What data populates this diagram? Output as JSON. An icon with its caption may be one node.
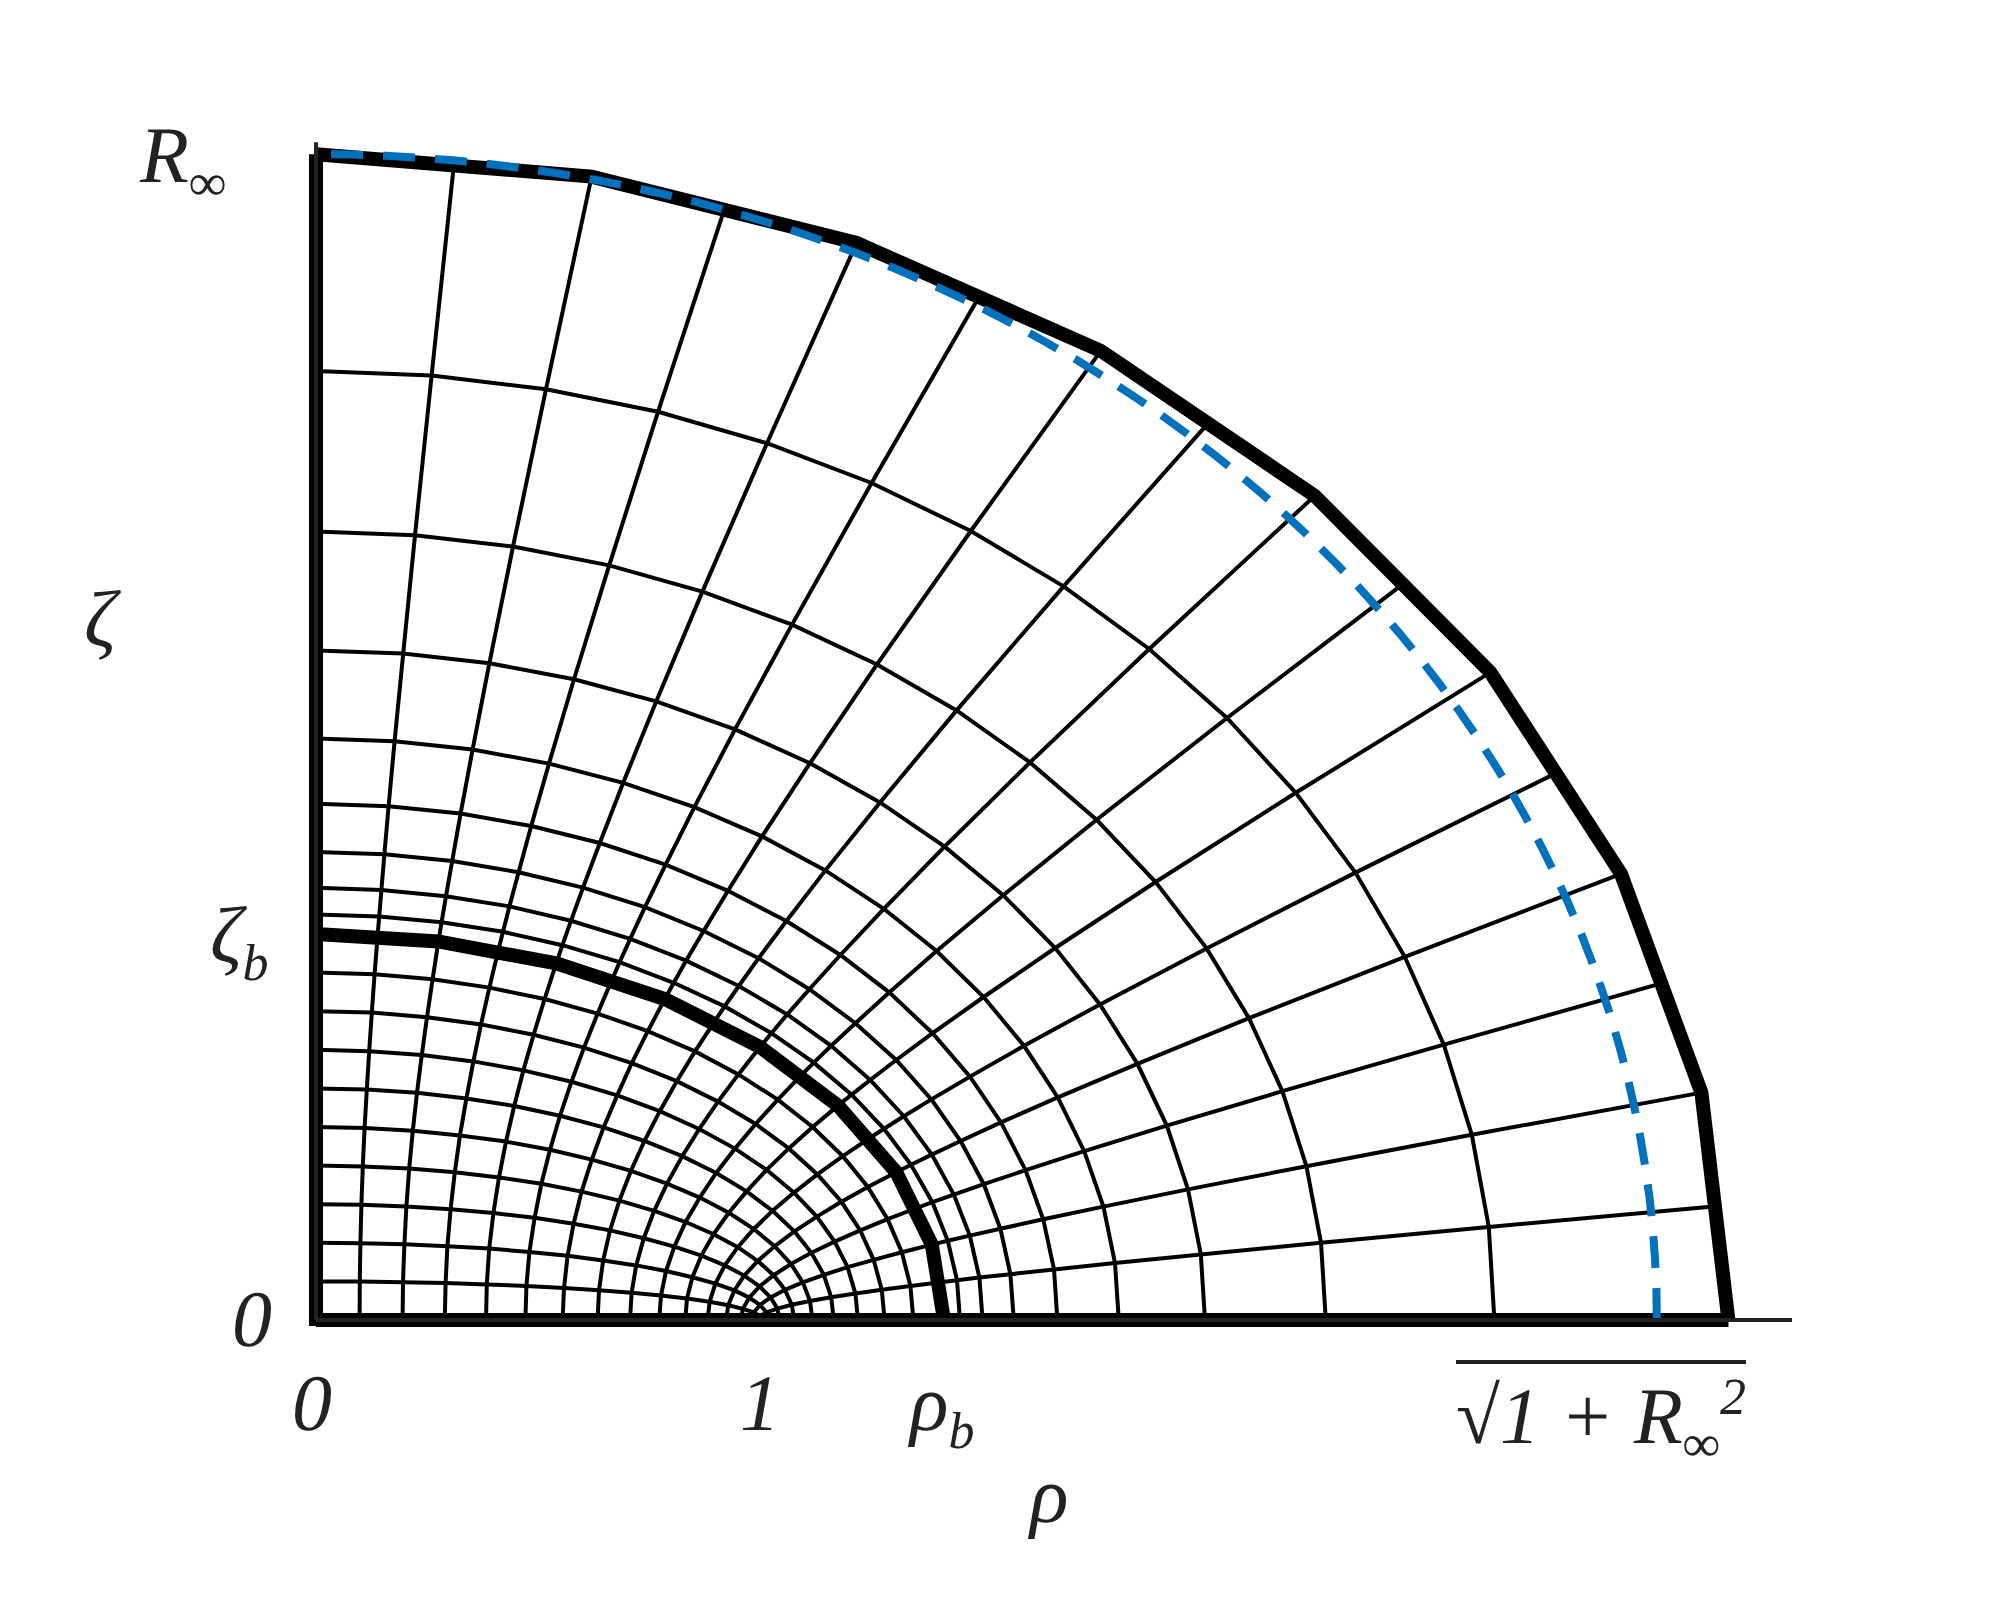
{
  "diagram": {
    "labels": [
      "R$_{∞}$",
      "ζ",
      "ζ$_{b}$",
      "0",
      "0",
      "1",
      "ρ$_{b}$",
      "√1 + R$_{∞}$$^{2}$",
      "ρ"
    ]
  }
}
